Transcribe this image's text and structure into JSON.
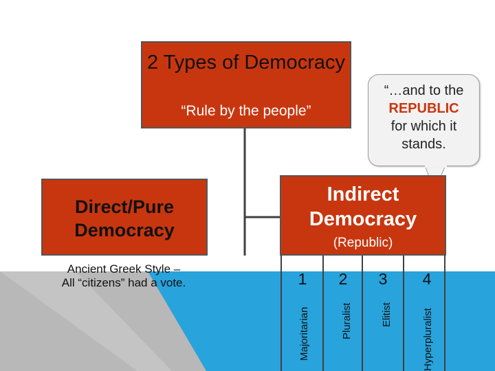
{
  "colors": {
    "box_fill": "#c8360f",
    "teal_bg": "#29a3dc",
    "grey_bg": "#b8b8b8",
    "connector": "#404040"
  },
  "top_box": {
    "title": "2 Types of Democracy",
    "subtitle": "“Rule by the people”"
  },
  "callout": {
    "line1": "“…and to the",
    "line2": "REPUBLIC",
    "line3": "for which it",
    "line4": "stands."
  },
  "left_box": {
    "title_line1": "Direct/Pure",
    "title_line2": "Democracy"
  },
  "right_box": {
    "title_line1": "Indirect",
    "title_line2": "Democracy",
    "subtitle": "(Republic)"
  },
  "ancient_text": {
    "line1": "Ancient Greek Style –",
    "line2": "All “citizens” had a vote."
  },
  "columns": [
    {
      "number": "1",
      "label": "Majoritarian"
    },
    {
      "number": "2",
      "label": "Pluralist"
    },
    {
      "number": "3",
      "label": "Elitist"
    },
    {
      "number": "4",
      "label": "Hyperpluralist"
    }
  ]
}
